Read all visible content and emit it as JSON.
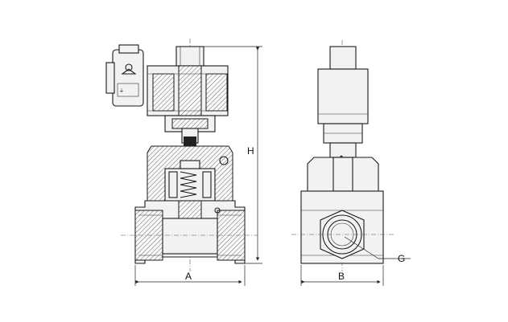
{
  "dimensions": {
    "width_label": "A",
    "depth_label": "B",
    "height_label": "H",
    "thread_label": "G"
  }
}
